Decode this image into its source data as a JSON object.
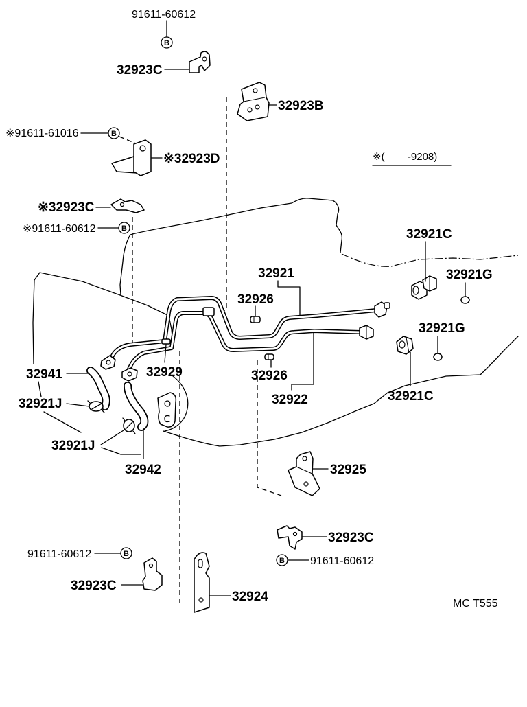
{
  "colors": {
    "ink": "#000000",
    "paper": "#ffffff"
  },
  "markers": {
    "bolt_grade": "B"
  },
  "labels": {
    "bolt_top": "91611-60612",
    "clamp_top": "32923C",
    "bracket_b": "32923B",
    "bolt_marked_upper": "※91611-61016",
    "bracket_marked_d": "※32923D",
    "applicability_note": "※(        -9208)",
    "clamp_marked": "※32923C",
    "bolt_marked_lower": "※91611-60612",
    "union_upper": "32921C",
    "tube_upper": "32921",
    "gasket_upper": "32921G",
    "grommet_upper": "32926",
    "gasket_lower": "32921G",
    "hose_left": "32941",
    "clamp_tube": "32929",
    "grommet_lower": "32926",
    "union_lower": "32921C",
    "tube_lower": "32922",
    "clip_upper": "32921J",
    "clip_lower": "32921J",
    "bracket_center": "32925",
    "hose_right": "32942",
    "clamp_right": "32923C",
    "bolt_left": "91611-60612",
    "bolt_right": "91611-60612",
    "clamp_left": "32923C",
    "bracket_bottom": "32924",
    "figure_code": "MC T555"
  }
}
